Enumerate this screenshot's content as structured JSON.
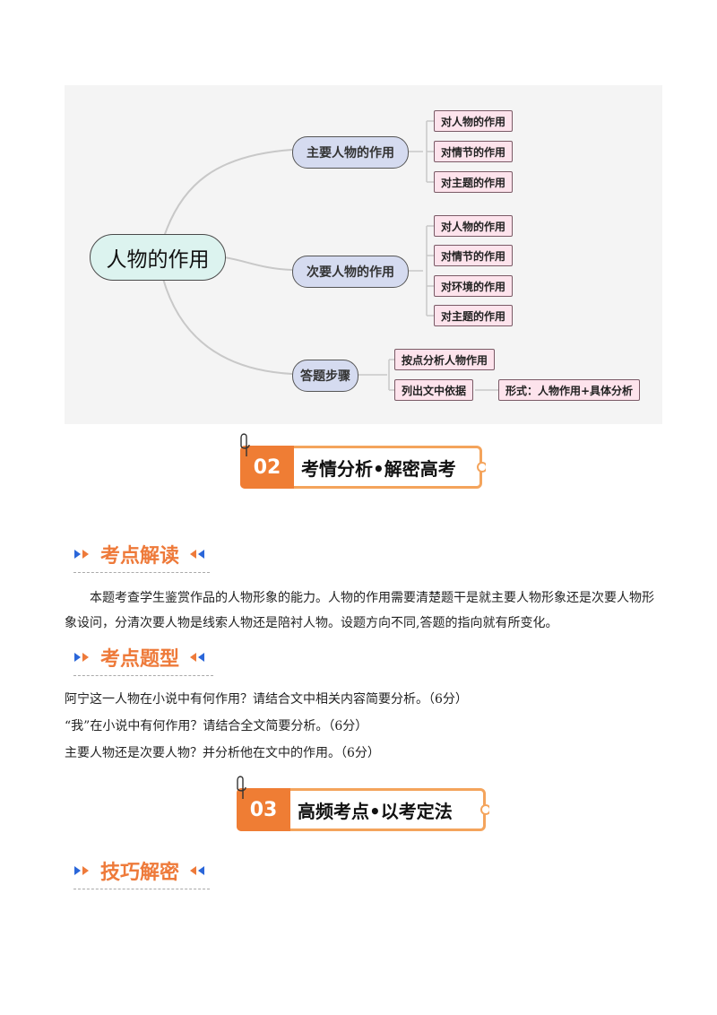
{
  "mindmap": {
    "root": "人物的作用",
    "branches": [
      {
        "label": "主要人物的作用",
        "children": [
          "对人物的作用",
          "对情节的作用",
          "对主题的作用"
        ]
      },
      {
        "label": "次要人物的作用",
        "children": [
          "对人物的作用",
          "对情节的作用",
          "对环境的作用",
          "对主题的作用"
        ]
      },
      {
        "label": "答题步骤",
        "children": [
          "按点分析人物作用",
          "列出文中依据"
        ],
        "extra": "形式：人物作用+具体分析"
      }
    ]
  },
  "banner_02": {
    "number": "02",
    "title": "考情分析•解密高考"
  },
  "section_kaodian": {
    "title": "考点解读"
  },
  "paragraph_1": "本题考查学生鉴赏作品的人物形象的能力。人物的作用需要清楚题干是就主要人物形象还是次要人物形象设问，分清次要人物是线索人物还是陪衬人物。设题方向不同,答题的指向就有所变化。",
  "section_tixing": {
    "title": "考点题型"
  },
  "questions": [
    "阿宁这一人物在小说中有何作用？请结合文中相关内容简要分析。（6分）",
    "“我”在小说中有何作用？请结合全文简要分析。（6分）",
    "主要人物还是次要人物？并分析他在文中的作用。（6分）"
  ],
  "banner_03": {
    "number": "03",
    "title": "高频考点•以考定法"
  },
  "section_jiqiao": {
    "title": "技巧解密"
  },
  "colors": {
    "accent_orange": "#ef7d34",
    "heading_orange": "#ee7a3a",
    "arrow_blue": "#2a66d9"
  }
}
